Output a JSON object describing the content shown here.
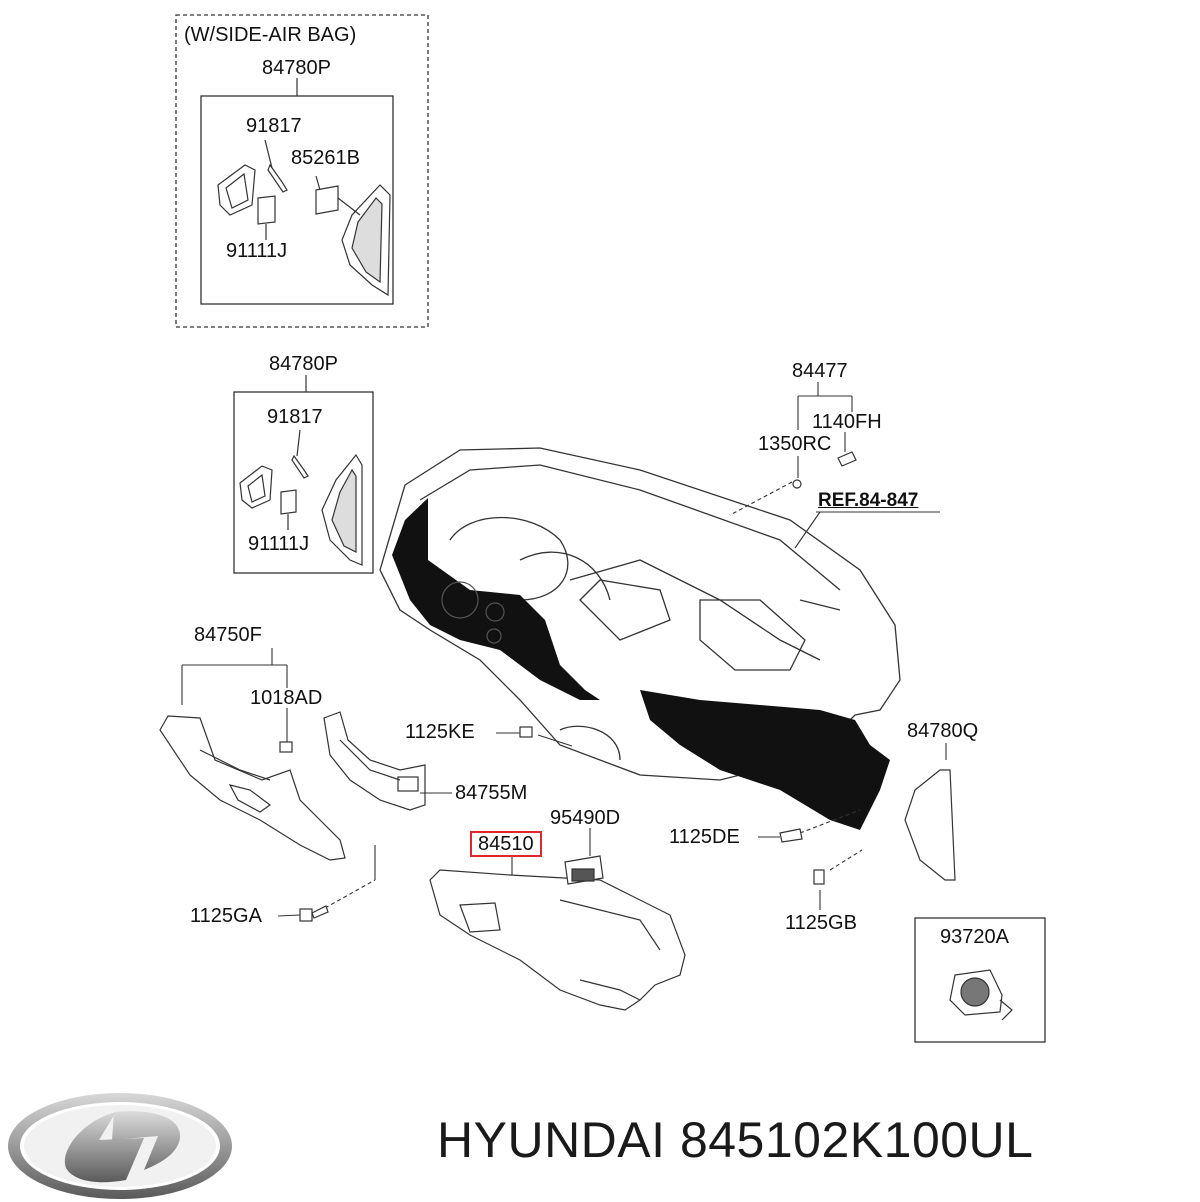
{
  "title": "HYUNDAI 845102K100UL",
  "brand": "HYUNDAI",
  "part_number": "845102K100UL",
  "variant_note": "(W/SIDE-AIR BAG)",
  "reference": "REF.84-847",
  "highlighted_part": "84510",
  "labels": {
    "p84780P_top": "84780P",
    "p91817_top": "91817",
    "p85261B": "85261B",
    "p91111J_top": "91111J",
    "p84780P_mid": "84780P",
    "p91817_mid": "91817",
    "p91111J_mid": "91111J",
    "p84477": "84477",
    "p1140FH": "1140FH",
    "p1350RC": "1350RC",
    "p84750F": "84750F",
    "p1018AD": "1018AD",
    "p1125KE": "1125KE",
    "p84755M": "84755M",
    "p95490D": "95490D",
    "p84510": "84510",
    "p84780Q": "84780Q",
    "p1125DE": "1125DE",
    "p1125GA": "1125GA",
    "p1125GB": "1125GB",
    "p93720A": "93720A"
  }
}
